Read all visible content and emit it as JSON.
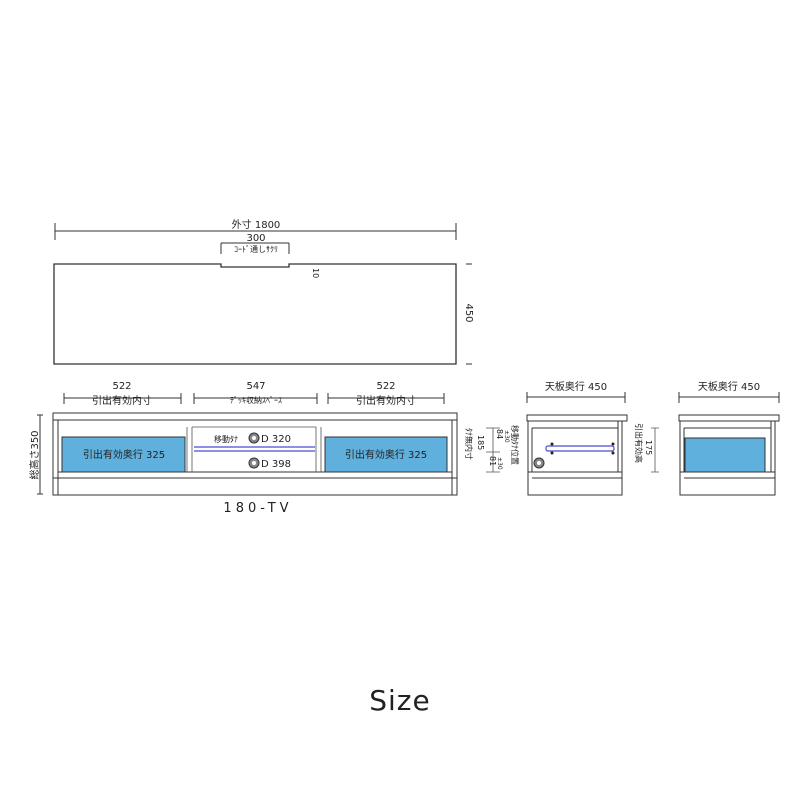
{
  "top_view": {
    "outer_width": "外寸 1800",
    "notch_width": "300",
    "notch_label": "ｺｰﾄﾞ通しｻｸﾘ",
    "notch_depth": "10",
    "depth": "450"
  },
  "front_view": {
    "left_width": "522",
    "left_label": "引出有効内寸",
    "center_width": "547",
    "center_label": "ﾃﾞｯｷ収納ｽﾍﾟｰｽ",
    "right_width": "522",
    "right_label": "引出有効内寸",
    "height": "総高さ350",
    "left_drawer": "引出有効奥行 325",
    "right_drawer": "引出有効奥行 325",
    "shelf_label": "移動ﾀﾅ",
    "shelf_depth": "D 320",
    "bottom_depth": "D 398",
    "model": "180-TV"
  },
  "side_view_center": {
    "depth": "天板奥行 450",
    "inner_label": "ﾀﾅ無内寸",
    "inner_height": "185",
    "lower": "81",
    "upper": "84",
    "tol1": "±30",
    "tol2": "±30",
    "shelf_pos": "移動ﾀﾅ位置"
  },
  "side_view_drawer": {
    "depth": "天板奥行 450",
    "drawer_height_label": "引出有効高",
    "drawer_height": "175"
  },
  "caption": "Size",
  "colors": {
    "drawer": "#5fb0dc",
    "shelf": "#4a4ad0"
  }
}
